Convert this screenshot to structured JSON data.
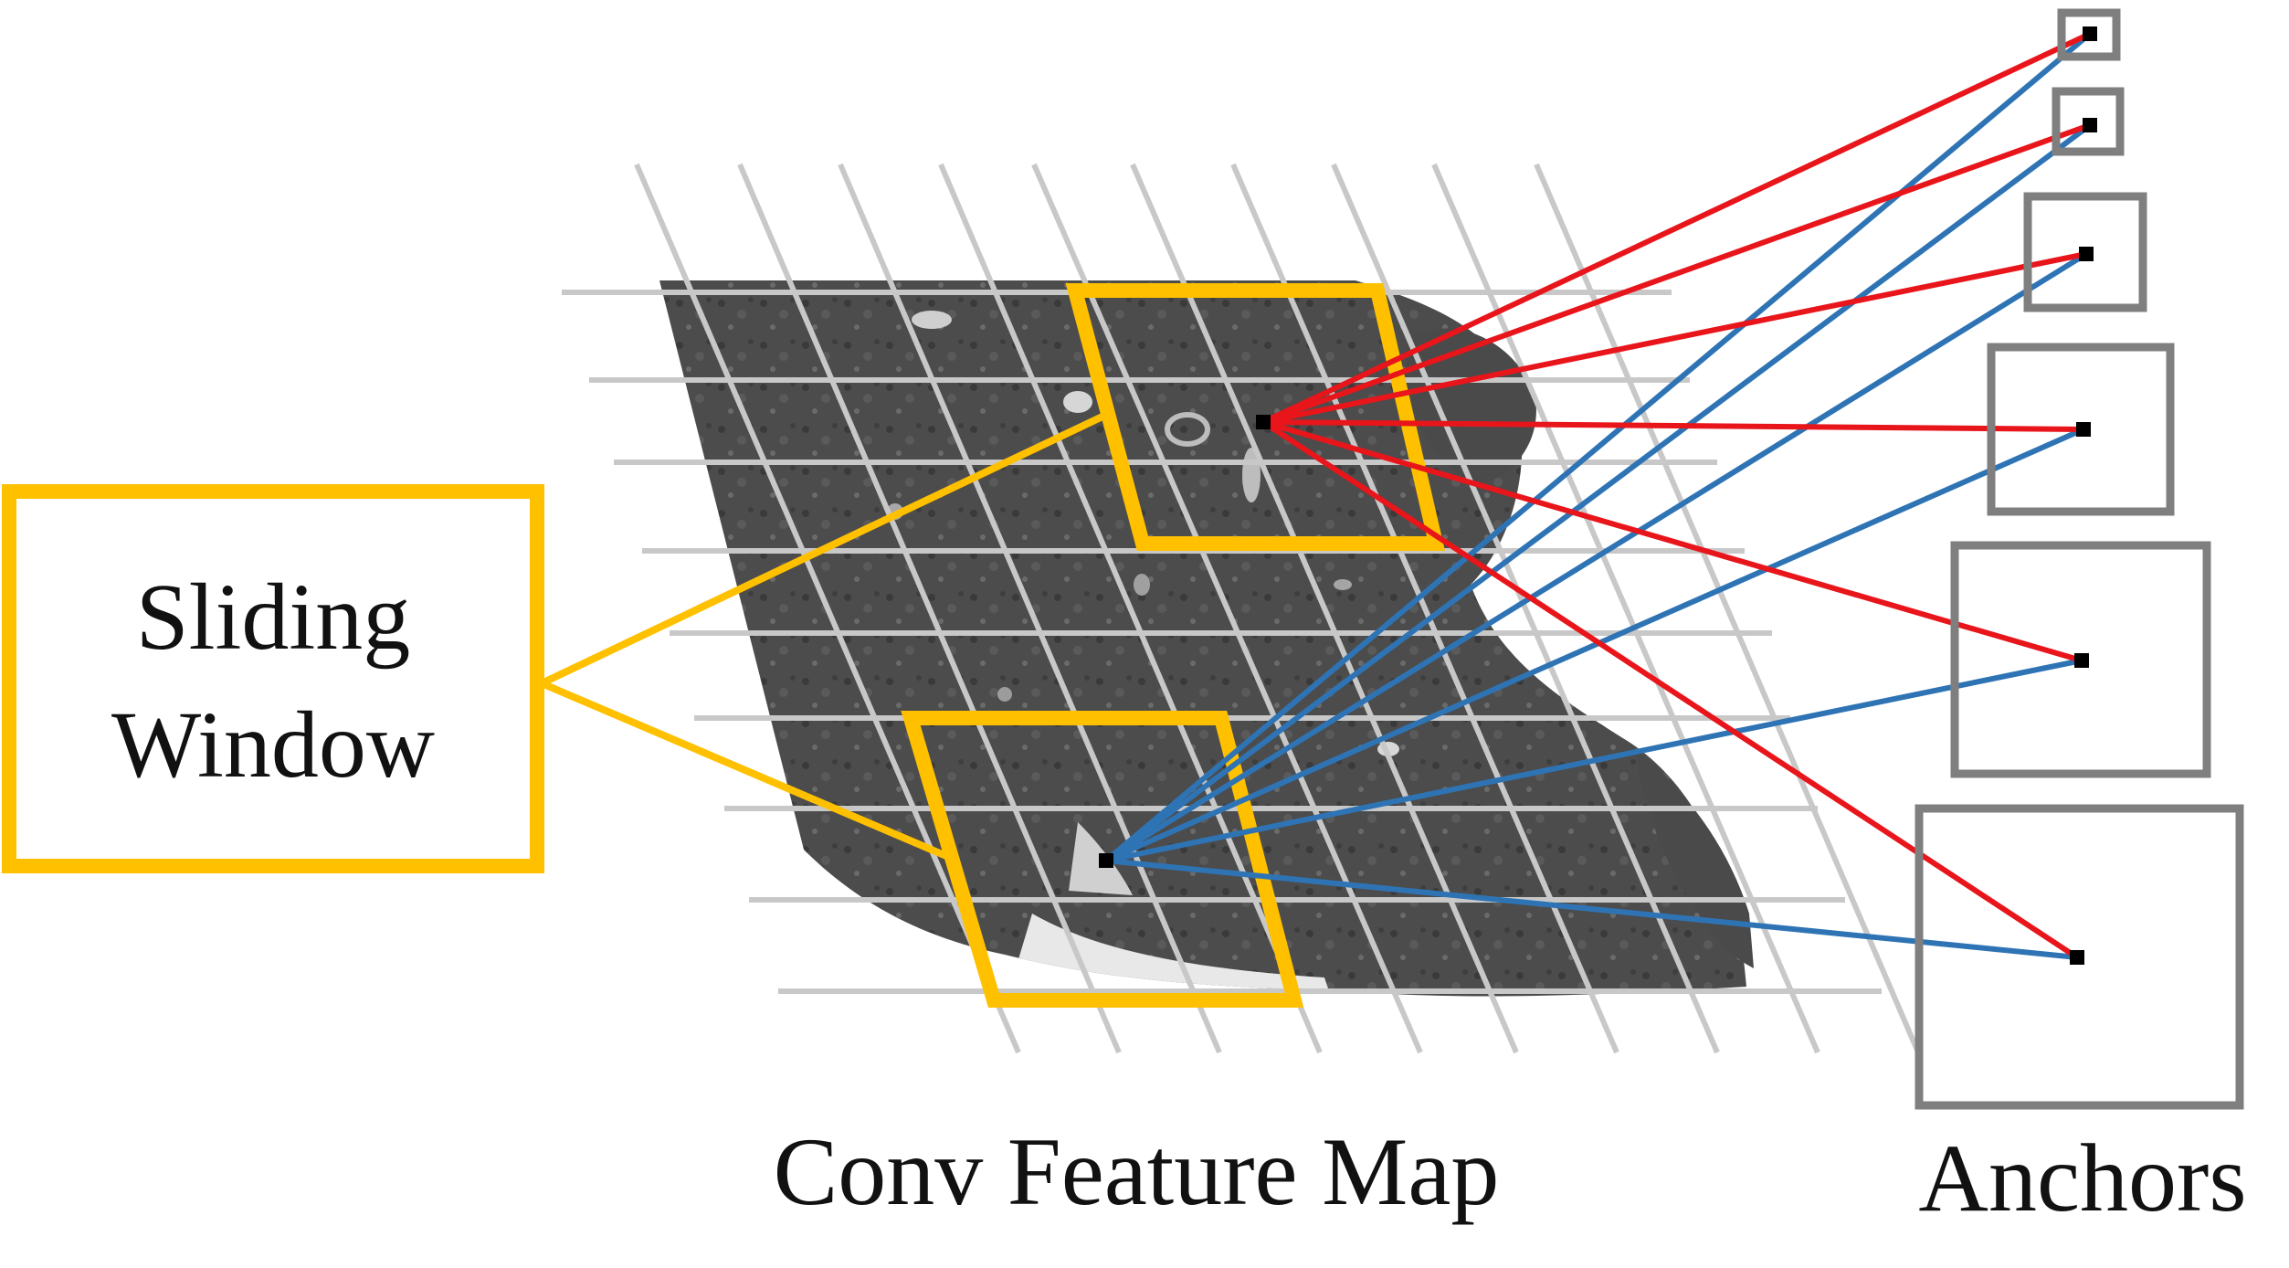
{
  "labels": {
    "sliding_window": [
      "Sliding",
      "Window"
    ],
    "feature_map": "Conv Feature Map",
    "anchors": "Anchors"
  },
  "colors": {
    "window": "#FFC000",
    "grid": "#c8c8c8",
    "anchor_box": "#7f7f7f",
    "line_red": "#E8151B",
    "line_blue": "#2E74B5",
    "dot": "#000000",
    "scan_dark": "#4a4a4a"
  },
  "anchors": {
    "count": 6
  }
}
